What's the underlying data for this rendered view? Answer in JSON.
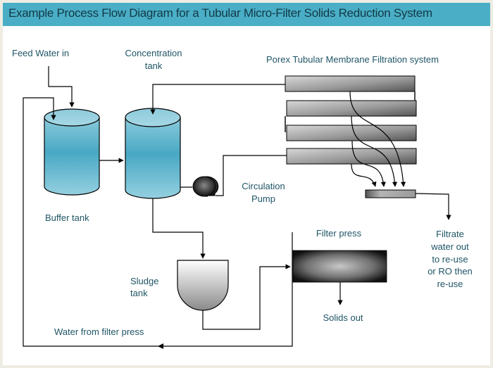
{
  "title": "Example Process Flow Diagram for a Tubular Micro-Filter Solids Reduction System",
  "colors": {
    "title_bar": "#4aaec6",
    "title_text": "#123a47",
    "label_text": "#1f5566",
    "tank_fill": "#4aa8c4",
    "background": "#efede3"
  },
  "labels": {
    "feed_water": "Feed Water in",
    "concentration_tank_1": "Concentration",
    "concentration_tank_2": "tank",
    "membrane_system": "Porex Tubular  Membrane  Filtration system",
    "buffer_tank": "Buffer tank",
    "circulation_pump_1": "Circulation",
    "circulation_pump_2": "Pump",
    "filter_press": "Filter press",
    "sludge_tank_1": "Sludge",
    "sludge_tank_2": "tank",
    "solids_out": "Solids out",
    "water_from_filter_press": "Water from filter press",
    "filtrate_1": "Filtrate",
    "filtrate_2": "water out",
    "filtrate_3": "to re-use",
    "filtrate_4": "or RO then",
    "filtrate_5": "re-use"
  },
  "components": [
    "buffer-tank",
    "concentration-tank",
    "circulation-pump",
    "membrane-tubes",
    "filtrate-collector",
    "sludge-tank",
    "filter-press"
  ]
}
